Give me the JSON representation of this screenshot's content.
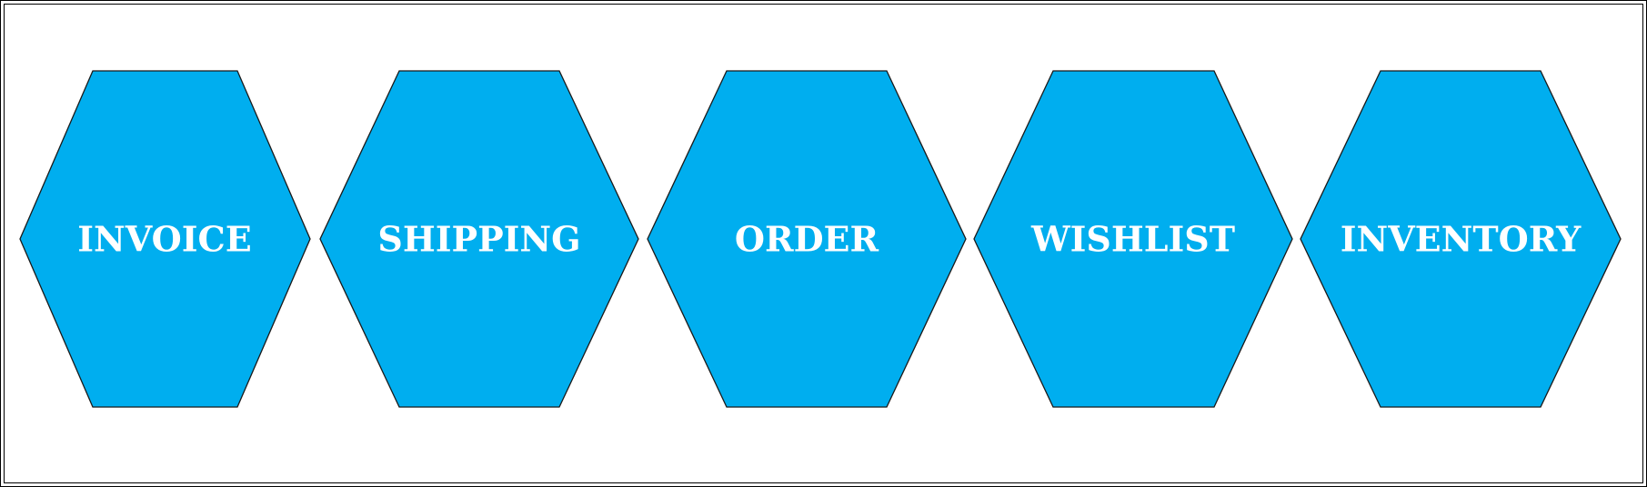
{
  "diagram": {
    "fill_color": "#00AEEF",
    "stroke_color": "#1a1a1a",
    "text_color": "#FFFFFF",
    "nodes": [
      {
        "label": "INVOICE"
      },
      {
        "label": "SHIPPING"
      },
      {
        "label": "ORDER"
      },
      {
        "label": "WISHLIST"
      },
      {
        "label": "INVENTORY"
      }
    ]
  }
}
